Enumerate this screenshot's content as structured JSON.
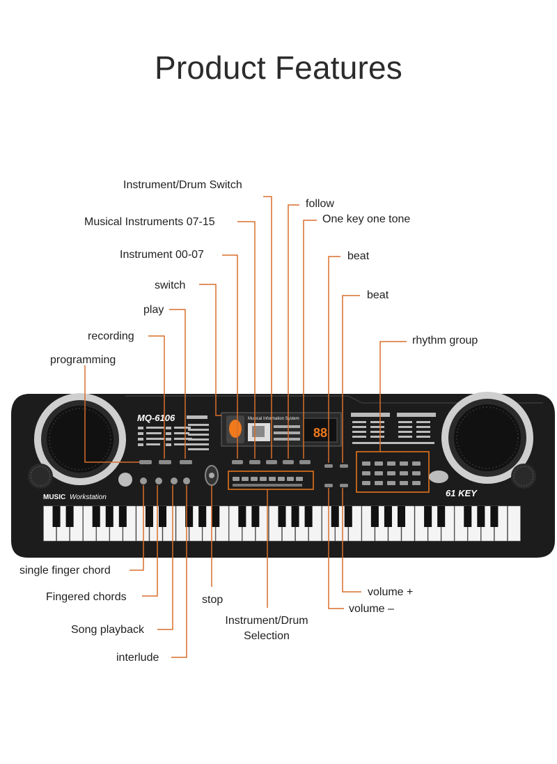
{
  "title": "Product Features",
  "colors": {
    "leader": "#d96f2b",
    "body": "#1c1c1c",
    "text": "#1e1e1e"
  },
  "keyboard": {
    "model": "MQ-6106",
    "brand": "MUSIC",
    "subtitle": "Workstation",
    "key_count": "61 KEY",
    "display": "88",
    "panel_title": "Musical Information System"
  },
  "labels": {
    "instrument_drum_switch": "Instrument/Drum Switch",
    "musical_instruments": "Musical Instruments 07-15",
    "instrument_00_07": "Instrument 00-07",
    "switch": "switch",
    "play": "play",
    "recording": "recording",
    "programming": "programming",
    "follow": "follow",
    "one_key": "One key one tone",
    "beat_1": "beat",
    "beat_2": "beat",
    "rhythm_group": "rhythm group",
    "single_finger": "single finger chord",
    "fingered": "Fingered chords",
    "song_playback": "Song playback",
    "interlude": "interlude",
    "stop": "stop",
    "instrument_drum_selection_1": "Instrument/Drum",
    "instrument_drum_selection_2": "Selection",
    "volume_plus": "volume +",
    "volume_minus": "volume –"
  }
}
